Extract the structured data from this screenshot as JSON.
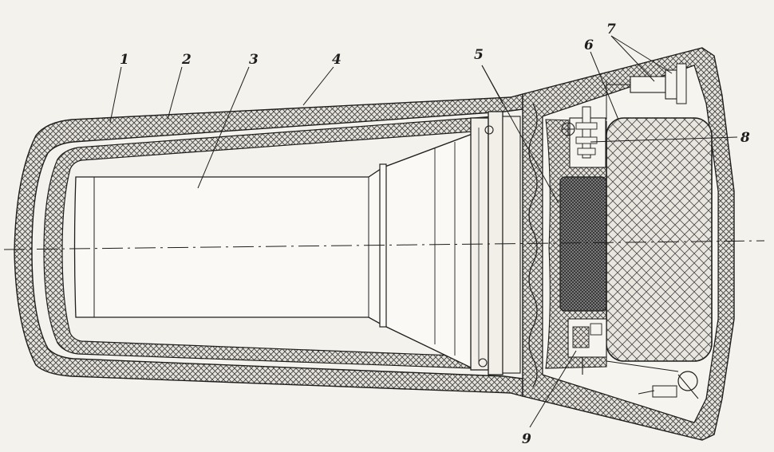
{
  "diagram": {
    "callouts": [
      {
        "id": "c1",
        "label": "1"
      },
      {
        "id": "c2",
        "label": "2"
      },
      {
        "id": "c3",
        "label": "3"
      },
      {
        "id": "c4",
        "label": "4"
      },
      {
        "id": "c5",
        "label": "5"
      },
      {
        "id": "c6",
        "label": "6"
      },
      {
        "id": "c7",
        "label": "7"
      },
      {
        "id": "c8",
        "label": "8"
      },
      {
        "id": "c9",
        "label": "9"
      }
    ]
  },
  "colors": {
    "ink": "#1e1e1e",
    "paper": "#f4f2ec",
    "hatch_fill": "#e6e3dc",
    "dense_mesh": "#5a5a5a"
  }
}
